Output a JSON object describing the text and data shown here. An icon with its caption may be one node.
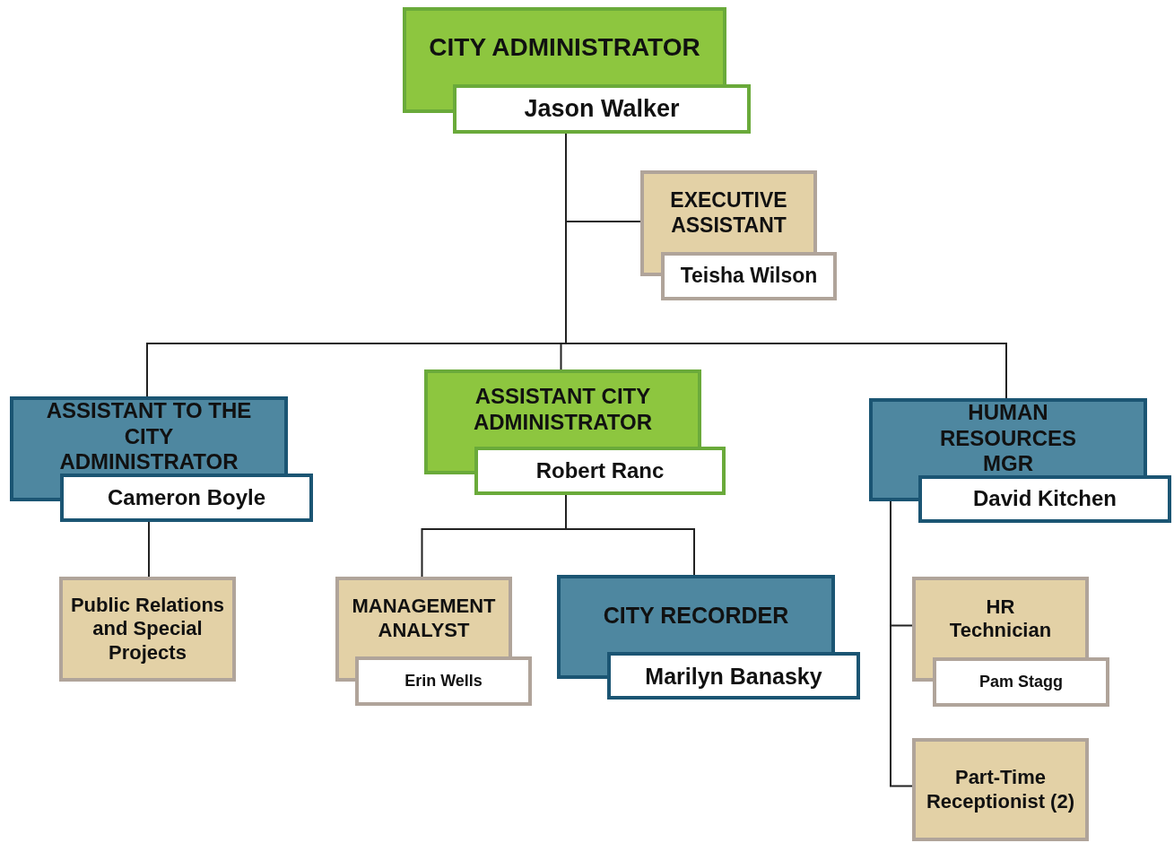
{
  "diagram": {
    "nodes": [
      {
        "text": [
          "CITY ADMINISTRATOR"
        ]
      },
      {
        "text": [
          "Jason Walker"
        ]
      },
      {
        "text": [
          "EXECUTIVE ASSISTANT"
        ]
      },
      {
        "text": [
          "Teisha Wilson"
        ]
      },
      {
        "text": [
          "ASSISTANT TO THE CITY ADMINISTRATOR"
        ]
      },
      {
        "text": [
          "Cameron Boyle"
        ]
      },
      {
        "text": [
          "ASSISTANT CITY ADMINISTRATOR"
        ]
      },
      {
        "text": [
          "Robert Ranc"
        ]
      },
      {
        "text": [
          "HUMAN RESOURCES MGR"
        ]
      },
      {
        "text": [
          "David Kitchen"
        ]
      },
      {
        "text": [
          "Public Relations and Special Projects"
        ]
      },
      {
        "text": [
          "MANAGEMENT ANALYST"
        ]
      },
      {
        "text": [
          "Erin Wells"
        ]
      },
      {
        "text": [
          "CITY RECORDER"
        ]
      },
      {
        "text": [
          "Marilyn Banasky"
        ]
      },
      {
        "text": [
          "HR Technician"
        ]
      },
      {
        "text": [
          "Pam Stagg"
        ]
      },
      {
        "text": [
          "Part-Time Receptionist (2)"
        ]
      }
    ],
    "edges": [
      {
        "from": 1,
        "to": 2,
        "arrow": "none"
      },
      {
        "from": 1,
        "to": 4,
        "arrow": "none"
      },
      {
        "from": 1,
        "to": 6,
        "arrow": "none"
      },
      {
        "from": 1,
        "to": 8,
        "arrow": "none"
      },
      {
        "from": 5,
        "to": 10,
        "arrow": "none"
      },
      {
        "from": 7,
        "to": 11,
        "arrow": "none"
      },
      {
        "from": 7,
        "to": 13,
        "arrow": "none"
      },
      {
        "from": 8,
        "to": 15,
        "arrow": "none"
      },
      {
        "from": 8,
        "to": 17,
        "arrow": "none"
      }
    ]
  }
}
